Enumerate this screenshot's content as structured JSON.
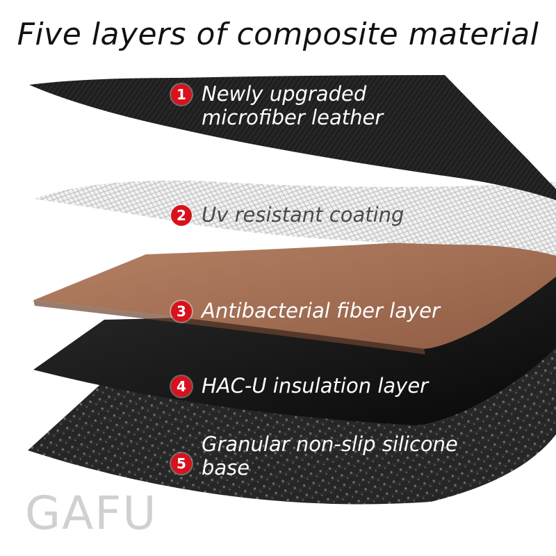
{
  "title": "Five layers of composite material",
  "layers": [
    {
      "number": "1",
      "name": "Newly upgraded\nmicrofiber leather",
      "color": "#1c1c1c"
    },
    {
      "number": "2",
      "name": "Uv resistant coating",
      "color": "#e6e6e6"
    },
    {
      "number": "3",
      "name": "Antibacterial fiber layer",
      "color": "#a87455"
    },
    {
      "number": "4",
      "name": "HAC-U insulation layer",
      "color": "#121212"
    },
    {
      "number": "5",
      "name": "Granular non-slip silicone\nbase",
      "color": "#2a2a2a"
    }
  ],
  "badge_color": "#d8121c",
  "watermark": "GAFU"
}
